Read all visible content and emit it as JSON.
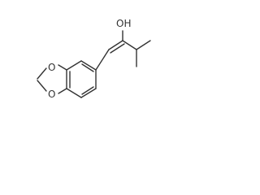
{
  "colors": {
    "background": "#ffffff",
    "bond": "#333333",
    "label": "#333333"
  },
  "labels": {
    "hydroxyl": "OH",
    "ring_oxygen_top": "O",
    "ring_oxygen_bottom": "O"
  }
}
